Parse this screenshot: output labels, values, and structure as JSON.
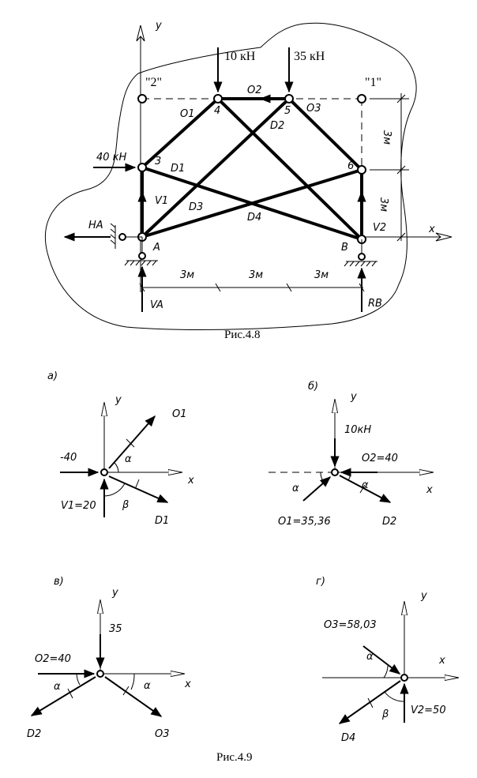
{
  "figures": {
    "fig48": {
      "caption": "Рис.4.8",
      "loads": {
        "p4": "10 кН",
        "p5": "35 кН",
        "p3": "40 кН"
      },
      "points": {
        "p2": "\"2\"",
        "p1": "\"1\""
      },
      "node_labels": [
        "3",
        "4",
        "5",
        "6",
        "A",
        "B"
      ],
      "bar_labels": {
        "O1": "O1",
        "O2": "O2",
        "O3": "O3",
        "D1": "D1",
        "D2": "D2",
        "D3": "D3",
        "D4": "D4",
        "V1": "V1",
        "V2": "V2"
      },
      "reactions": {
        "HA": "HA",
        "VA": "VA",
        "RB": "RB"
      },
      "axes": {
        "x": "x",
        "y": "y"
      },
      "dimensions": {
        "horizontal": [
          "3м",
          "3м",
          "3м"
        ],
        "vertical": [
          "3м",
          "3м"
        ]
      }
    },
    "fig49": {
      "caption": "Рис.4.9",
      "a": {
        "tag": "а)",
        "labels": [
          "O1",
          "-40",
          "V1=20",
          "D1",
          "α",
          "β"
        ]
      },
      "b": {
        "tag": "б)",
        "labels": [
          "10кН",
          "O2=40",
          "O1=35,36",
          "D2",
          "α",
          "α"
        ]
      },
      "v": {
        "tag": "в)",
        "labels": [
          "35",
          "O2=40",
          "D2",
          "O3",
          "α",
          "α"
        ]
      },
      "g": {
        "tag": "г)",
        "labels": [
          "O3=58,03",
          "V2=50",
          "D4",
          "α",
          "β"
        ]
      }
    }
  }
}
